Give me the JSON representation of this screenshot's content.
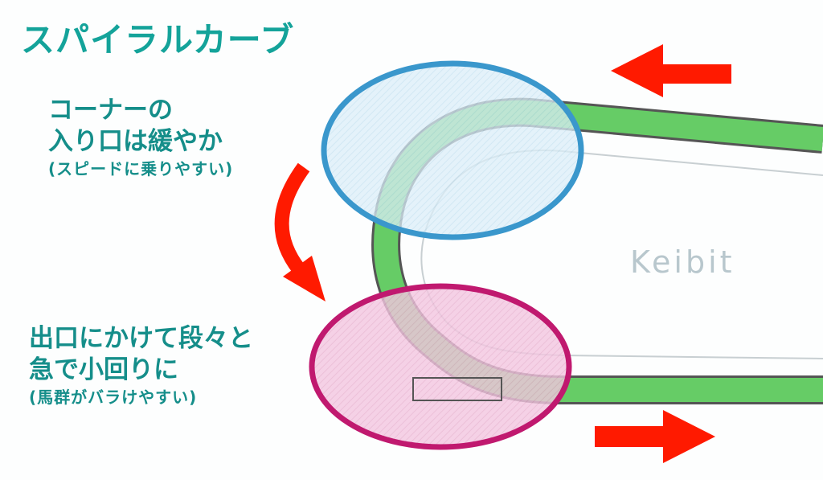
{
  "title": "スパイラルカーブ",
  "entry_note": {
    "line1": "コーナーの",
    "line2": "入り口は緩やか",
    "sub": "(スピードに乗りやすい)"
  },
  "exit_note": {
    "line1": "出口にかけて段々と",
    "line2": "急で小回りに",
    "sub": "(馬群がバラけやすい)"
  },
  "watermark": "Keibit",
  "colors": {
    "title": "#14a39a",
    "note_text": "#158e8a",
    "track": "#66cc66",
    "track_outline": "#555555",
    "entry_circle": "#3a97cc",
    "entry_fill": "#dbeef8",
    "exit_circle": "#c0196f",
    "exit_fill": "#f3c6e0",
    "arrow": "#ff1a00"
  },
  "icons": {
    "top_arrow": "arrow-left-icon",
    "bottom_arrow": "arrow-right-icon",
    "curved_arrow": "curved-arrow-down-icon"
  }
}
